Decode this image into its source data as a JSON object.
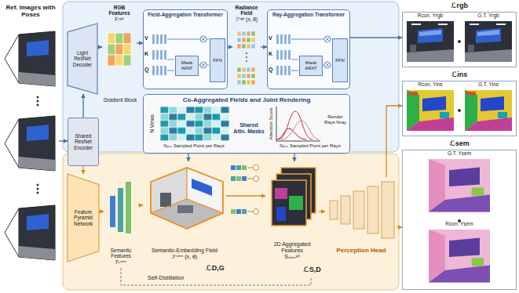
{
  "diagram": {
    "nodes": [
      {
        "text": [
          "Ref. Images with Poses"
        ]
      },
      {
        "text": [
          "Light ResNet Decoder"
        ]
      },
      {
        "text": [
          "Shared ResNet Encoder"
        ]
      },
      {
        "text": [
          "Feature Pyramid Network"
        ]
      },
      {
        "text": [
          "RGB Features",
          "Fᵢʳᵍᵇ"
        ]
      },
      {
        "text": [
          "Radiance Field",
          "ℱʳᵍᵇ (x, θ)"
        ]
      },
      {
        "text": [
          "Field-Aggregation Transformer"
        ]
      },
      {
        "text": [
          "Mask AFAT"
        ],
        "in": 6
      },
      {
        "text": [
          "FFN"
        ],
        "in": 6
      },
      {
        "text": [
          "Ray-Aggregation Transformer"
        ]
      },
      {
        "text": [
          "Mask ARAT"
        ],
        "in": 9
      },
      {
        "text": [
          "FFN"
        ],
        "in": 9
      },
      {
        "text": [
          "Co-Aggregated Fields and Joint Rendering"
        ]
      },
      {
        "text": [
          "Shared Attn. Masks"
        ],
        "in": 12
      },
      {
        "text": [
          "Semantic Features",
          "Fᵢˢᵉᵐ"
        ]
      },
      {
        "text": [
          "Semantic-Embedding Field",
          "ℱˢᵉᵐ (x, θ)"
        ]
      },
      {
        "text": [
          "2D Aggregated Features",
          "Sₛₑₘ²ᴰ"
        ]
      },
      {
        "text": [
          "Perception Head"
        ]
      },
      {
        "text": [
          "ℒrgb"
        ]
      },
      {
        "text": [
          "Rcon. Yrgb"
        ],
        "in": 18
      },
      {
        "text": [
          "G.T. Yrgb"
        ],
        "in": 18
      },
      {
        "text": [
          "ℒins"
        ]
      },
      {
        "text": [
          "Rcon. Yins"
        ],
        "in": 21
      },
      {
        "text": [
          "G.T. Yins"
        ],
        "in": 21
      },
      {
        "text": [
          "ℒsem"
        ]
      },
      {
        "text": [
          "G.T. Ysem"
        ],
        "in": 24
      },
      {
        "text": [
          "Rcon. Ysem"
        ],
        "in": 24
      }
    ],
    "edges": [
      {
        "from": 0,
        "to": 2,
        "arrow": "to"
      },
      {
        "from": 2,
        "to": 1,
        "arrow": "to"
      },
      {
        "from": 2,
        "to": 3,
        "arrow": "to"
      },
      {
        "from": 1,
        "to": 4,
        "arrow": "to"
      },
      {
        "from": 4,
        "to": 6,
        "arrow": "to"
      },
      {
        "from": 6,
        "to": 5,
        "arrow": "to"
      },
      {
        "from": 5,
        "to": 9,
        "arrow": "to"
      },
      {
        "from": 9,
        "to": 18,
        "arrow": "to"
      },
      {
        "from": 12,
        "to": 15,
        "arrow": "to"
      },
      {
        "from": 12,
        "to": 16,
        "arrow": "to"
      },
      {
        "from": 3,
        "to": 14,
        "arrow": "to"
      },
      {
        "from": 14,
        "to": 15,
        "arrow": "to"
      },
      {
        "from": 15,
        "to": 16,
        "arrow": "to"
      },
      {
        "from": 16,
        "to": 17,
        "arrow": "to"
      },
      {
        "from": 17,
        "to": 21,
        "arrow": "to"
      },
      {
        "from": 17,
        "to": 24,
        "arrow": "to"
      }
    ],
    "labels": [
      "Gradient Block",
      "V",
      "K",
      "Q",
      "V",
      "K",
      "Q",
      "N Views",
      "Nₚₜₛ Sampled Point per Rays",
      "Attention Score",
      "Nₚₜₛ Sampled Point per Rays",
      "Render Rays Nray",
      "Self-Distillation",
      "ℒD,G",
      "ℒS,D"
    ]
  }
}
